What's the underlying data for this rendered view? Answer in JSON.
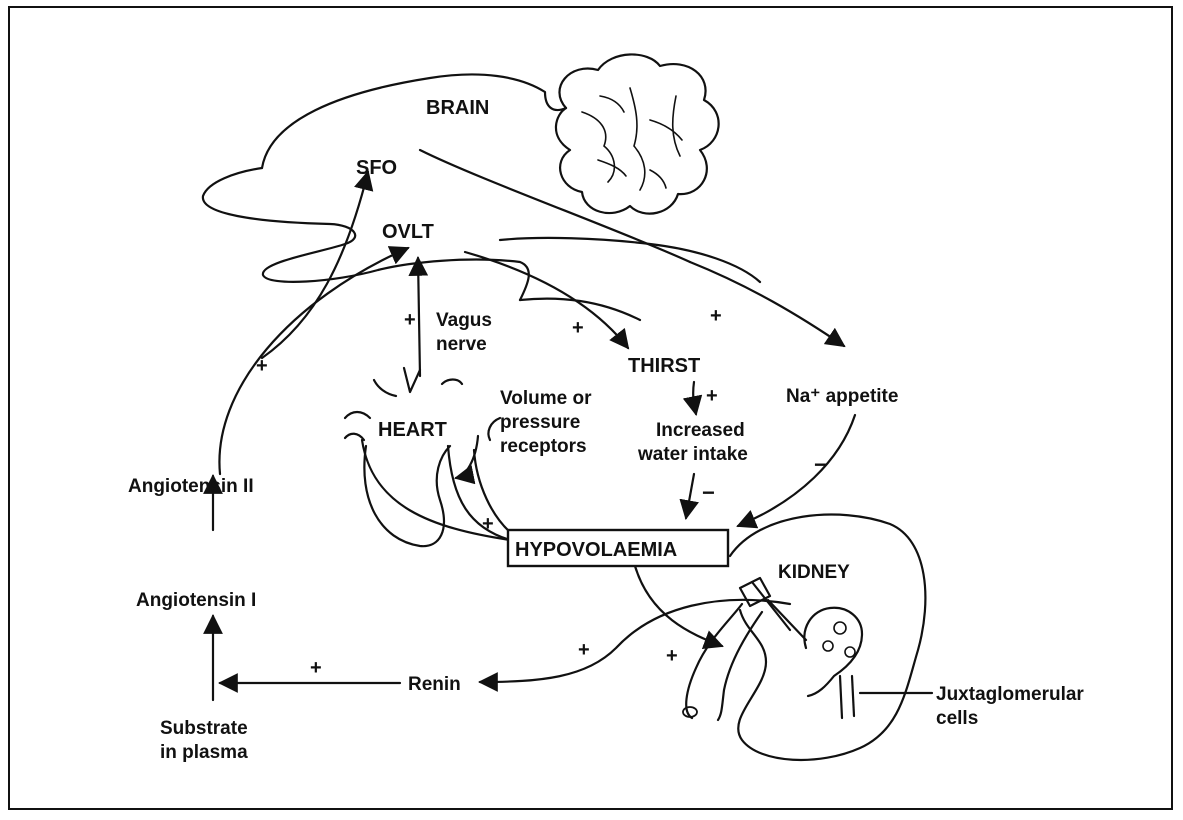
{
  "labels": {
    "brain": "BRAIN",
    "sfo": "SFO",
    "ovlt": "OVLT",
    "vagus_line1": "Vagus",
    "vagus_line2": "nerve",
    "thirst": "THIRST",
    "na_appetite": "Na⁺ appetite",
    "heart": "HEART",
    "volume_line1": "Volume or",
    "volume_line2": "pressure",
    "volume_line3": "receptors",
    "water_line1": "Increased",
    "water_line2": "water intake",
    "angiotensin2": "Angiotensin II",
    "angiotensin1": "Angiotensin I",
    "hypovolaemia": "HYPOVOLAEMIA",
    "kidney": "KIDNEY",
    "renin": "Renin",
    "substrate_line1": "Substrate",
    "substrate_line2": "in plasma",
    "juxta_line1": "Juxtaglomerular",
    "juxta_line2": "cells"
  },
  "signs": {
    "angiotensin_to_brain": "+",
    "vagus": "+",
    "to_thirst": "+",
    "to_na_appetite": "+",
    "thirst_to_water": "+",
    "water_to_hypovolaemia": "−",
    "na_to_hypovolaemia": "−",
    "heart_receptors": "+",
    "hypovolaemia_to_kidney": "+",
    "kidney_to_renin": "+",
    "renin_to_angiotensin": "+"
  }
}
